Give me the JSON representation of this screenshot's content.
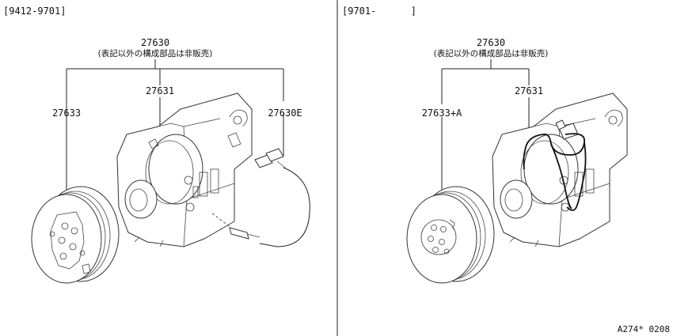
{
  "left_panel": {
    "period": "[9412-9701]",
    "assembly_code": "27630",
    "assembly_note": "(表記以外の構成部品は非販売)",
    "compressor_code": "27631",
    "clutch_code": "27633",
    "harness_code": "27630E"
  },
  "right_panel": {
    "period": "[9701-      ]",
    "assembly_code": "27630",
    "assembly_note": "(表記以外の構成部品は非販売)",
    "compressor_code": "27631",
    "clutch_code": "27633+A"
  },
  "figure_code": "A274* 0208"
}
